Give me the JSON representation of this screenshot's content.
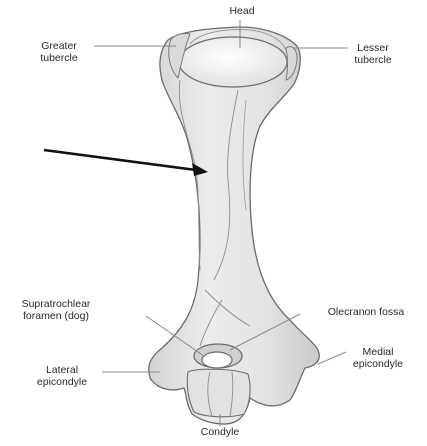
{
  "labels": {
    "head": "Head",
    "greater_tubercle": [
      "Greater",
      "tubercle"
    ],
    "lesser_tubercle": [
      "Lesser",
      "tubercle"
    ],
    "supratrochlear_foramen": [
      "Supratrochlear",
      "foramen (dog)"
    ],
    "olecranon_fossa": "Olecranon fossa",
    "lateral_epicondyle": [
      "Lateral",
      "epicondyle"
    ],
    "medial_epicondyle": [
      "Medial",
      "epicondyle"
    ],
    "condyle": "Condyle"
  },
  "colors": {
    "bone_fill": "#e6e6e6",
    "bone_shade": "#cfcfcf",
    "outline": "#6b6b6b",
    "leader_line": "#888888",
    "arrow": "#111111"
  }
}
